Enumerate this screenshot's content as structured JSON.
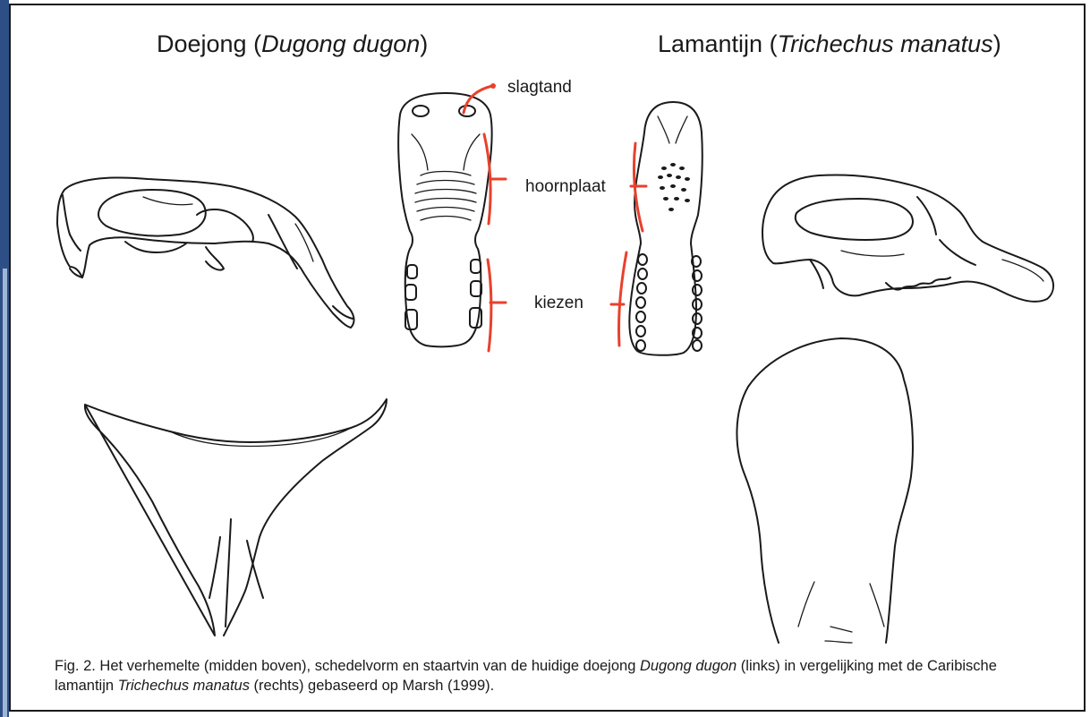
{
  "title_left": {
    "common": "Doejong (",
    "scientific": "Dugong dugon",
    "close": ")"
  },
  "title_right": {
    "common": "Lamantijn (",
    "scientific": "Trichechus manatus",
    "close": ")"
  },
  "labels": {
    "tusk": "slagtand",
    "horn_plate": "hoornplaat",
    "molars": "kiezen"
  },
  "caption": {
    "part1": "Fig. 2. Het verhemelte (midden boven), schedelvorm en staartvin van de huidige doejong ",
    "sci1": "Dugong dugon",
    "part2": " (links) in vergelijking met de Caribische lamantijn ",
    "sci2": "Trichechus manatus",
    "part3": " (rechts) gebaseerd op Marsh (1999)."
  },
  "colors": {
    "annotation": "#e8412c",
    "frame_accent": "#2e4f86",
    "ink": "#1a1a1a"
  }
}
